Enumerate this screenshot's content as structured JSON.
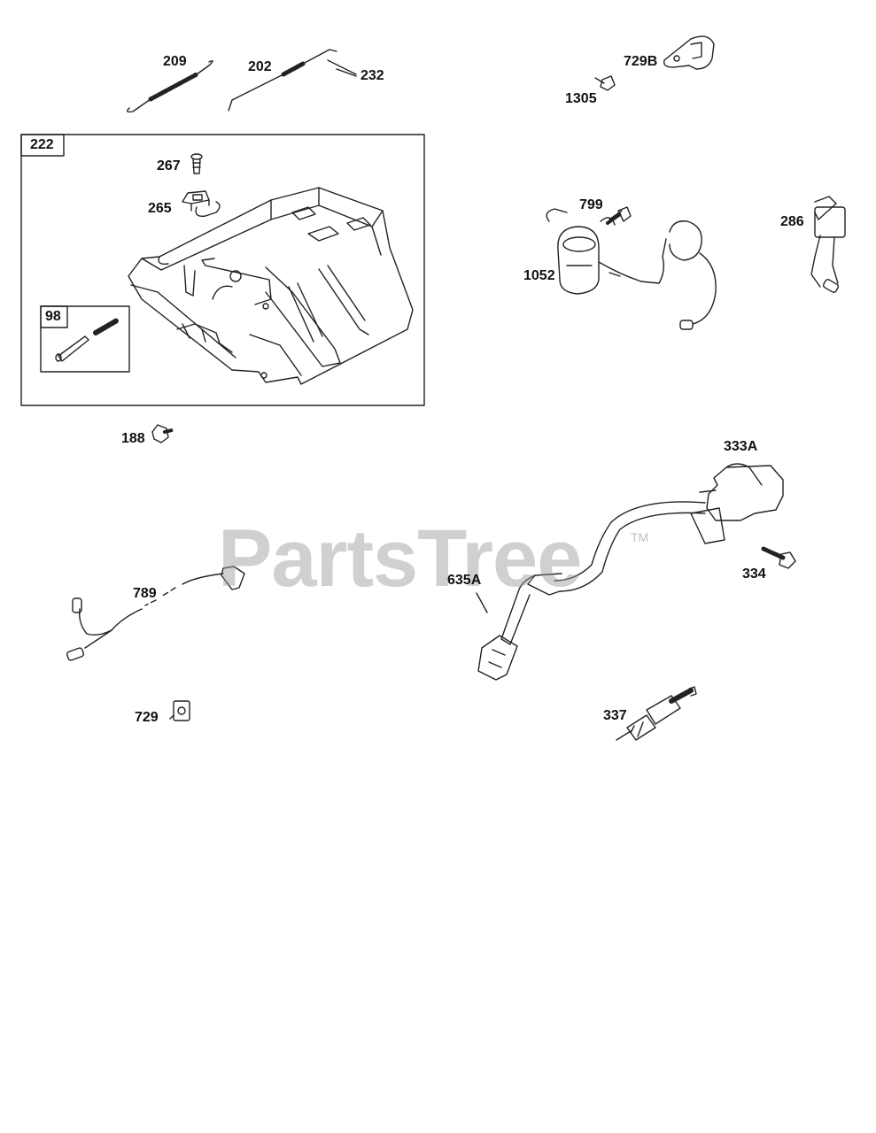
{
  "watermark": {
    "text": "PartsTree",
    "trademark": "TM"
  },
  "callouts": {
    "p209": "209",
    "p202": "202",
    "p232": "232",
    "p729B": "729B",
    "p1305": "1305",
    "p222": "222",
    "p267": "267",
    "p265": "265",
    "p98": "98",
    "p799": "799",
    "p1052": "1052",
    "p286": "286",
    "p188": "188",
    "p333A": "333A",
    "p334": "334",
    "p789": "789",
    "p635A": "635A",
    "p729": "729",
    "p337": "337"
  }
}
